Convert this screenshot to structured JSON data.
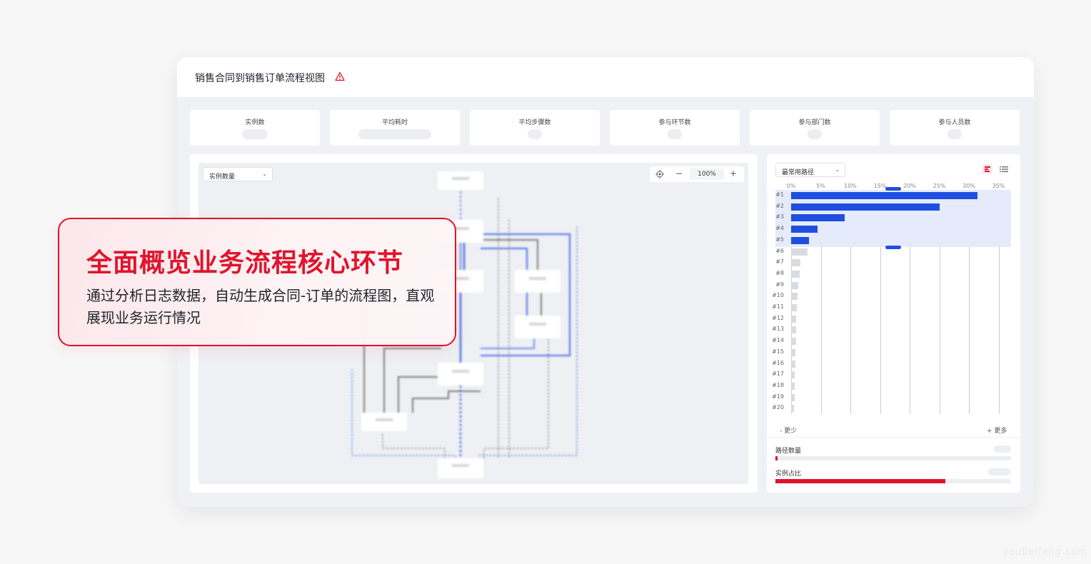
{
  "window": {
    "title": "销售合同到销售订单流程视图"
  },
  "stats": [
    {
      "label": "实例数"
    },
    {
      "label": "平均耗时"
    },
    {
      "label": "平均步骤数"
    },
    {
      "label": "参与环节数"
    },
    {
      "label": "参与部门数"
    },
    {
      "label": "参与人员数"
    }
  ],
  "flow_panel": {
    "metric_select": "实例数量",
    "zoom": "100%"
  },
  "paths_panel": {
    "select": "最常用路径",
    "percent_ticks": [
      "0%",
      "5%",
      "10%",
      "15%",
      "20%",
      "25%",
      "30%",
      "35%"
    ],
    "rows": [
      {
        "label": "#1",
        "value": 31.5,
        "highlight": true
      },
      {
        "label": "#2",
        "value": 25,
        "highlight": true
      },
      {
        "label": "#3",
        "value": 9,
        "highlight": true
      },
      {
        "label": "#4",
        "value": 4.5,
        "highlight": true
      },
      {
        "label": "#5",
        "value": 3,
        "highlight": true
      },
      {
        "label": "#6",
        "value": 2.8,
        "highlight": false
      },
      {
        "label": "#7",
        "value": 1.6,
        "highlight": false
      },
      {
        "label": "#8",
        "value": 1.4,
        "highlight": false
      },
      {
        "label": "#9",
        "value": 1.2,
        "highlight": false
      },
      {
        "label": "#10",
        "value": 1.1,
        "highlight": false
      },
      {
        "label": "#11",
        "value": 1.0,
        "highlight": false
      },
      {
        "label": "#12",
        "value": 0.9,
        "highlight": false
      },
      {
        "label": "#13",
        "value": 0.85,
        "highlight": false
      },
      {
        "label": "#14",
        "value": 0.8,
        "highlight": false
      },
      {
        "label": "#15",
        "value": 0.75,
        "highlight": false
      },
      {
        "label": "#16",
        "value": 0.7,
        "highlight": false
      },
      {
        "label": "#17",
        "value": 0.65,
        "highlight": false
      },
      {
        "label": "#18",
        "value": 0.6,
        "highlight": false
      },
      {
        "label": "#19",
        "value": 0.55,
        "highlight": false
      },
      {
        "label": "#20",
        "value": 0.5,
        "highlight": false
      }
    ],
    "less_label": "- 更少",
    "more_label": "+ 更多",
    "metrics": [
      {
        "label": "路径数量",
        "fraction": 0.008
      },
      {
        "label": "实例占比",
        "fraction": 0.72
      }
    ],
    "colors": {
      "highlight_bar": "#1f4fe0",
      "muted_bar": "#d9dbe0",
      "highlight_bg": "#e6ebfb",
      "accent": "#e0142c"
    }
  },
  "callout": {
    "title": "全面概览业务流程核心环节",
    "body": "通过分析日志数据，自动生成合同-订单的流程图，直观展现业务运行情况"
  },
  "watermark": "youbeifeng.com"
}
